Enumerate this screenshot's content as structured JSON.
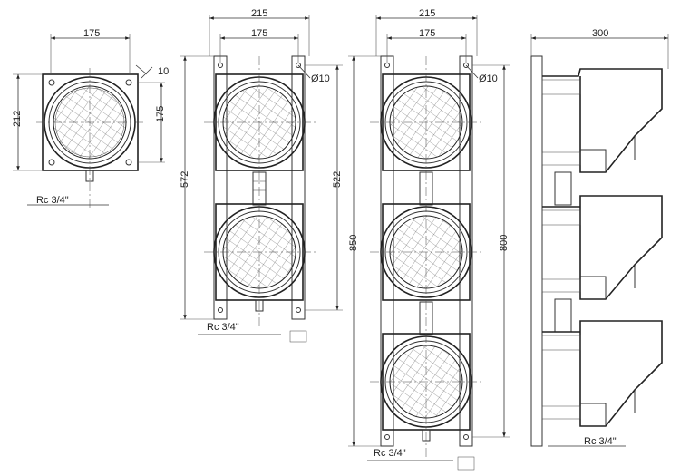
{
  "drawing": {
    "single_lamp": {
      "width_dim": "175",
      "height_dim": "212",
      "side_dim": "175",
      "corner_dim": "10",
      "thread": "Rc 3/4\""
    },
    "two_lamp": {
      "overall_width": "215",
      "hole_spacing": "175",
      "hole_dia": "Ø10",
      "overall_height": "572",
      "hole_height": "522",
      "thread": "Rc 3/4\""
    },
    "three_lamp": {
      "overall_width": "215",
      "hole_spacing": "175",
      "hole_dia": "Ø10",
      "overall_height": "850",
      "hole_height": "800",
      "thread": "Rc 3/4\""
    },
    "side_view": {
      "depth": "300",
      "thread": "Rc 3/4\""
    }
  }
}
